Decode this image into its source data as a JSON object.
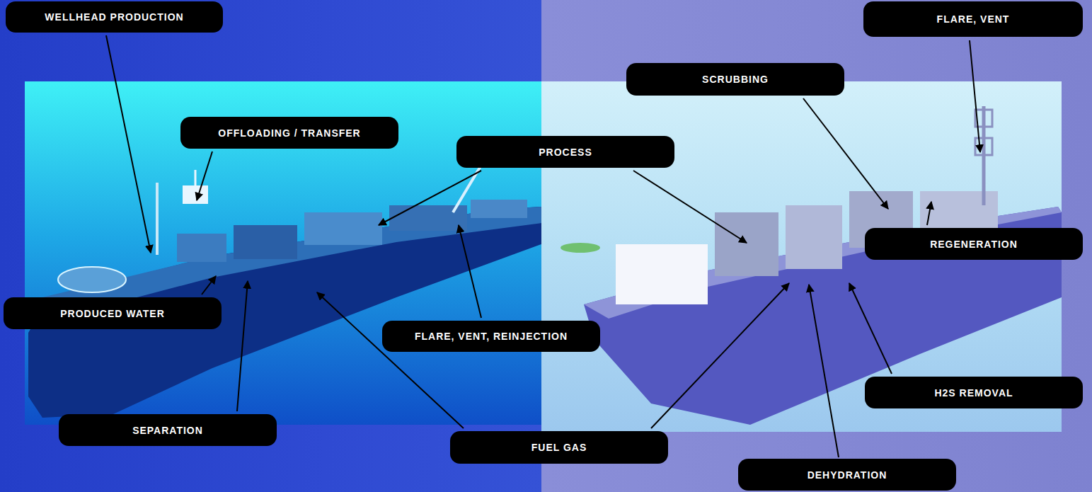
{
  "diagram": {
    "nodes": [
      {
        "text": [
          "WELLHEAD PRODUCTION"
        ]
      },
      {
        "text": [
          "FLARE, VENT"
        ]
      },
      {
        "text": [
          "SCRUBBING"
        ]
      },
      {
        "text": [
          "OFFLOADING / TRANSFER"
        ]
      },
      {
        "text": [
          "PROCESS"
        ]
      },
      {
        "text": [
          "REGENERATION"
        ]
      },
      {
        "text": [
          "PRODUCED WATER"
        ]
      },
      {
        "text": [
          "FLARE, VENT, REINJECTION"
        ]
      },
      {
        "text": [
          "H2S REMOVAL"
        ]
      },
      {
        "text": [
          "SEPARATION"
        ]
      },
      {
        "text": [
          "FUEL GAS"
        ]
      },
      {
        "text": [
          "DEHYDRATION"
        ]
      }
    ]
  }
}
